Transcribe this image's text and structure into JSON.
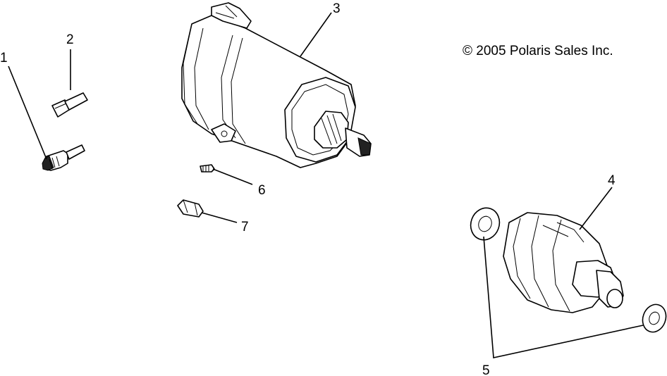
{
  "copyright": "© 2005 Polaris Sales Inc.",
  "callouts": [
    "1",
    "2",
    "3",
    "4",
    "5",
    "6",
    "7"
  ],
  "colors": {
    "ink": "#000000",
    "background": "#ffffff"
  }
}
